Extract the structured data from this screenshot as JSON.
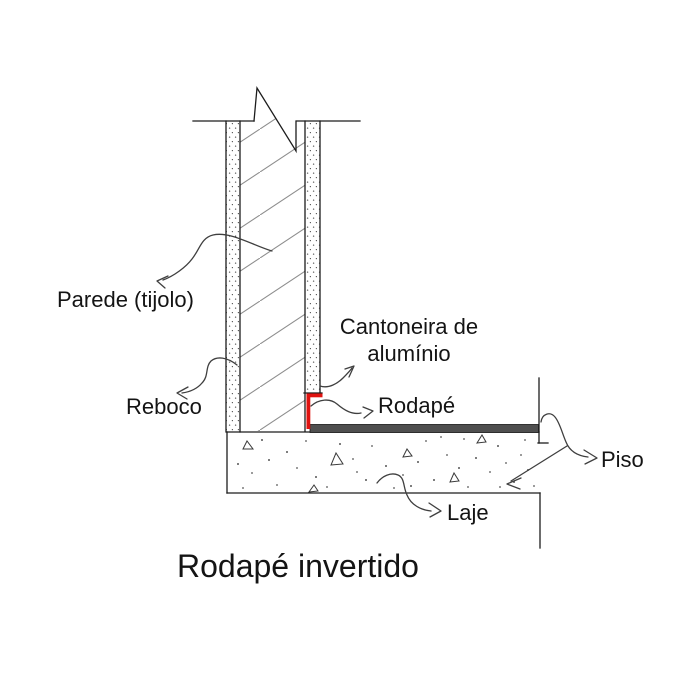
{
  "title": {
    "text": "Rodapé invertido"
  },
  "labels": {
    "parede": "Parede (tijolo)",
    "reboco": "Reboco",
    "cantoneira_line1": "Cantoneira de",
    "cantoneira_line2": "alumínio",
    "rodape": "Rodapé",
    "piso": "Piso",
    "laje": "Laje"
  },
  "colors": {
    "corner_bead_red": "#e01310",
    "floor_strip_gray": "#4f4f4f",
    "outline_dark": "#1c1c1c",
    "hatch_gray": "#8d8d8d",
    "leader_gray": "#3f3f3f",
    "stipple_gray": "#4a4a4a"
  }
}
